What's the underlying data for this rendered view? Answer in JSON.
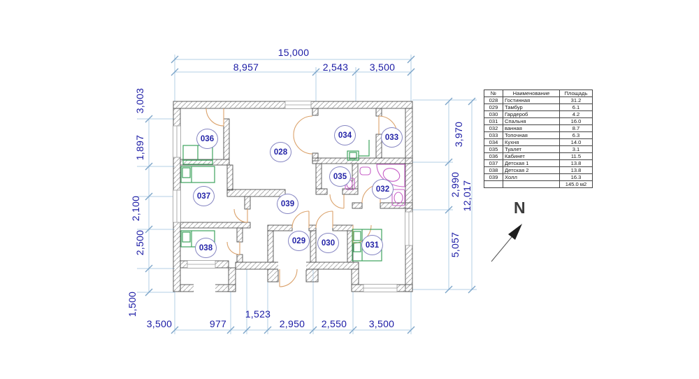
{
  "room_circles": [
    "028",
    "029",
    "030",
    "031",
    "032",
    "033",
    "034",
    "035",
    "036",
    "037",
    "038",
    "039"
  ],
  "dims": {
    "top": {
      "overall": "15,000",
      "segments": [
        "8,957",
        "2,543",
        "3,500"
      ]
    },
    "bottom": {
      "segments": [
        "3,500",
        "977",
        "1,523",
        "2,950",
        "2,550",
        "3,500"
      ]
    },
    "left": {
      "segments": [
        "3,003",
        "1,897",
        "2,100",
        "2,500",
        "1,500"
      ]
    },
    "right": {
      "overall": "12,017",
      "segments": [
        "3,970",
        "2,990",
        "5,057"
      ]
    }
  },
  "legend": {
    "headers": [
      "№",
      "Наименование",
      "Площадь"
    ],
    "rows": [
      [
        "028",
        "Гостинная",
        "31.2"
      ],
      [
        "029",
        "Тамбур",
        "6.1"
      ],
      [
        "030",
        "Гардероб",
        "4.2"
      ],
      [
        "031",
        "Спальня",
        "16.0"
      ],
      [
        "032",
        "ванная",
        "8.7"
      ],
      [
        "033",
        "Топочная",
        "6.3"
      ],
      [
        "034",
        "Кухня",
        "14.0"
      ],
      [
        "035",
        "Туалет",
        "3.1"
      ],
      [
        "036",
        "Кабинет",
        "11.5"
      ],
      [
        "037",
        "Детская 1",
        "13.8"
      ],
      [
        "038",
        "Детская 2",
        "13.8"
      ],
      [
        "039",
        "Холл",
        "16.3"
      ]
    ],
    "total": "145.0 м2"
  },
  "compass": {
    "label": "N"
  },
  "colors": {
    "dim_text": "#1b1ba5",
    "dim_line": "#b3cfe6",
    "tick": "#7aa3c8",
    "wall_stroke": "#4f4f4f",
    "hatch": "#b0b0b0",
    "furniture": "#3ea35e",
    "fixture": "#c75fc7",
    "door": "#dba26b",
    "circle_stroke": "#8585c2"
  }
}
